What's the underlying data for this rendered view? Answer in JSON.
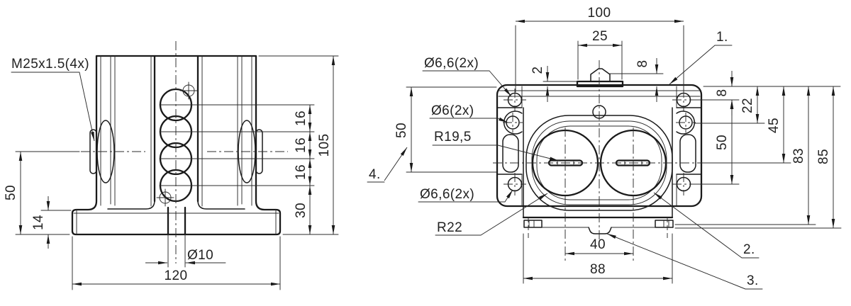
{
  "front": {
    "thread": "M25x1.5(4x)",
    "dim_50": "50",
    "dim_14": "14",
    "dim_120": "120",
    "dim_slot": "Ø10",
    "dim_16_1": "16",
    "dim_16_2": "16",
    "dim_16_3": "16",
    "dim_30": "30",
    "dim_105": "105"
  },
  "top": {
    "dim_100": "100",
    "dim_25": "25",
    "dim_2": "2",
    "dim_8_tab": "8",
    "dim_8": "8",
    "dim_22": "22",
    "dim_50_right": "50",
    "dim_45": "45",
    "dim_83": "83",
    "dim_85": "85",
    "dim_50_left": "50",
    "dim_40": "40",
    "dim_88": "88",
    "label_hole_top": "Ø6,6(2x)",
    "label_hole_mid": "Ø6(2x)",
    "label_bore": "R19,5",
    "label_hole_bottom": "Ø6,6(2x)",
    "label_seal": "R22",
    "callout_1": "1.",
    "callout_2": "2.",
    "callout_3": "3.",
    "callout_4": "4."
  },
  "colors": {
    "line": "#1a1a1a",
    "background": "#ffffff"
  }
}
